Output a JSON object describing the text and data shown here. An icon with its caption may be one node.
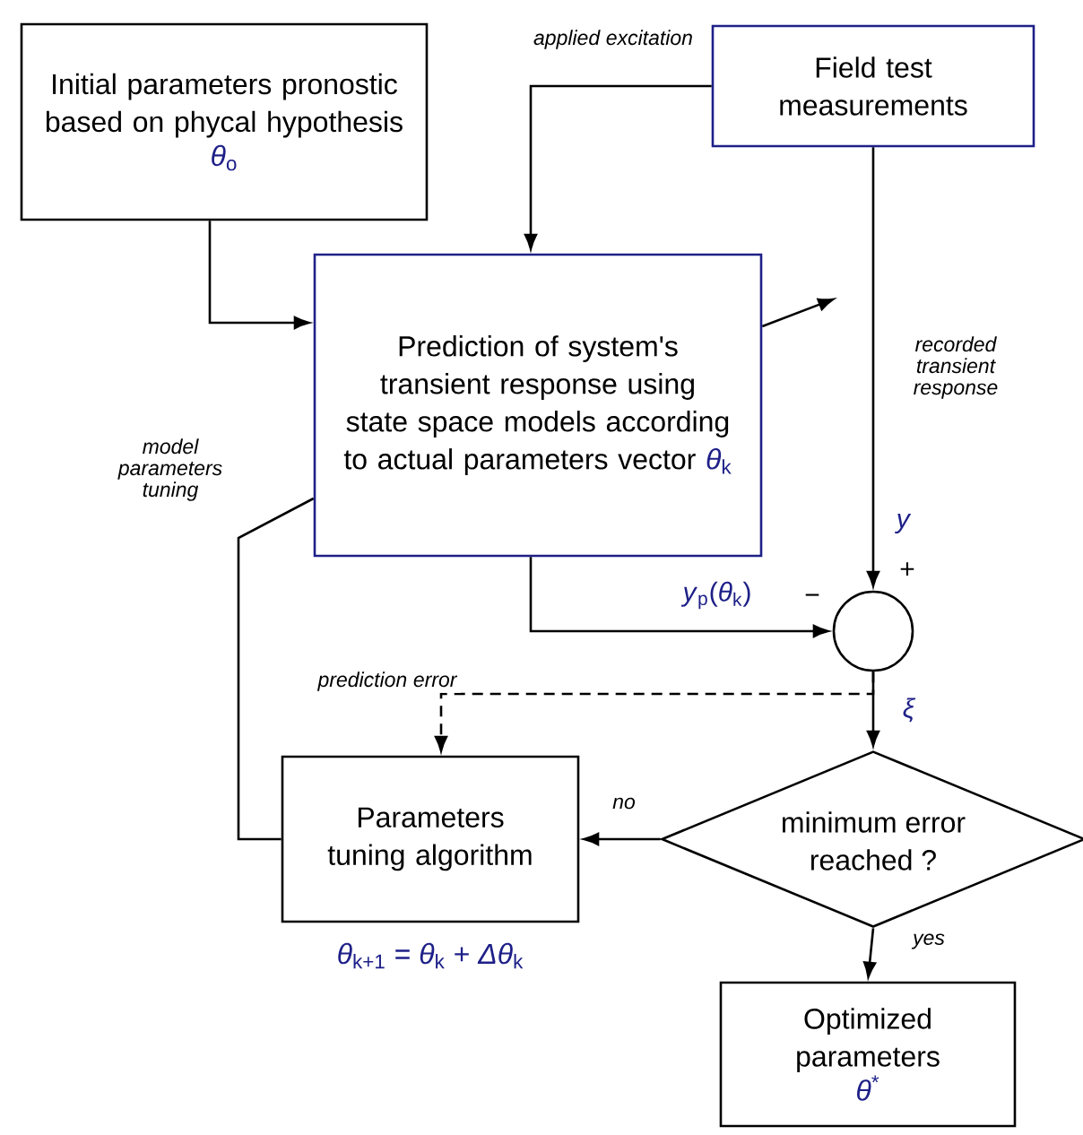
{
  "diagram": {
    "nodes": [
      {
        "text": [
          "Initial parameters pronostic based on phycal hypothesis",
          "*θ*$_{o}$"
        ]
      },
      {
        "text": [
          "Field test measurements"
        ]
      },
      {
        "text": [
          "Prediction of system's transient response using state space models according to actual parameters vector",
          "*θ*$_{k}$"
        ]
      },
      {
        "text": [],
        "shape": "circle"
      },
      {
        "text": [
          "Parameters tuning algorithm"
        ],
        "beside": [
          "*θ*$_{k+1}$ = *θ*$_{k}$ + *Δθ*$_{k}$"
        ]
      },
      {
        "text": [
          "minimum error reached ?"
        ]
      },
      {
        "text": [
          "Optimized parameters",
          "*θ*$^{*}$"
        ]
      }
    ],
    "edges": [
      {
        "from": 0,
        "to": 2,
        "arrow": "to"
      },
      {
        "from": 1,
        "to": 2,
        "arrow": "to",
        "label": "applied excitation"
      },
      {
        "from": 2,
        "to": null,
        "arrow": "to"
      },
      {
        "from": 1,
        "to": 3,
        "arrow": "to",
        "label": "recorded transient response"
      },
      {
        "from": 2,
        "to": 3,
        "arrow": "to",
        "label": "*y*$_{p}$(*θ*$_{k}$)"
      },
      {
        "from": 3,
        "to": 5,
        "arrow": "to",
        "label": "*ξ*"
      },
      {
        "from": 3,
        "to": 4,
        "arrow": "to",
        "style": "dashed",
        "label": "prediction error"
      },
      {
        "from": 5,
        "to": 4,
        "arrow": "to",
        "label": "no"
      },
      {
        "from": 5,
        "to": 6,
        "arrow": "to",
        "label": "yes"
      },
      {
        "from": 4,
        "to": 2,
        "arrow": "none",
        "label": "model parameters tuning"
      }
    ],
    "labels": [
      "*y*",
      "+",
      "−"
    ]
  }
}
